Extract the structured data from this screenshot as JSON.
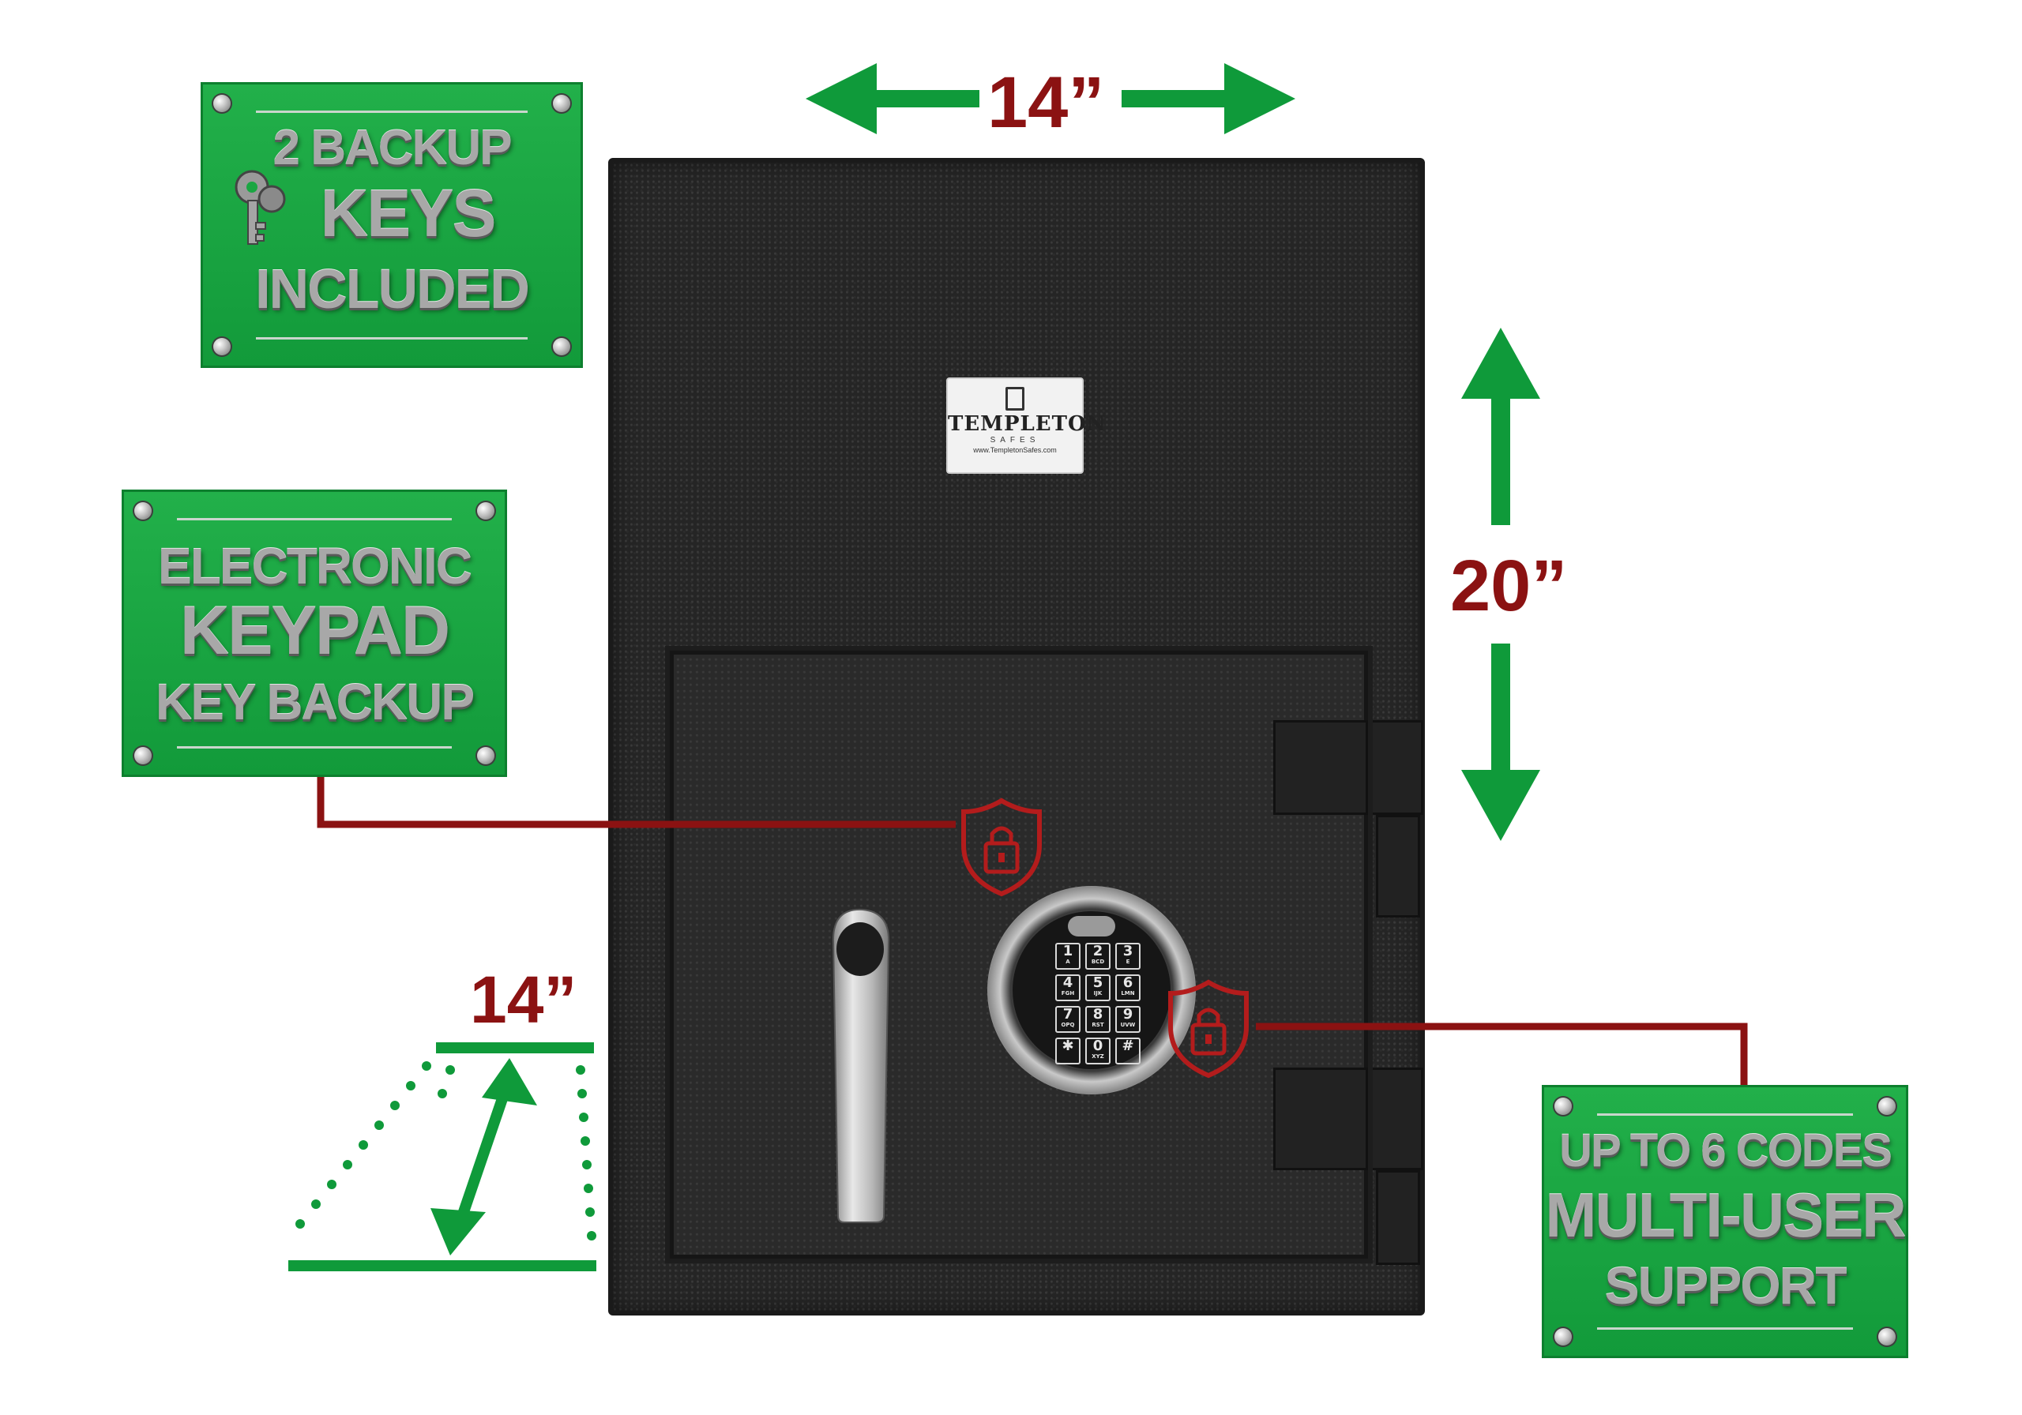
{
  "dimensions": {
    "width_label": "14”",
    "height_label": "20”",
    "depth_label": "14”"
  },
  "plaques": {
    "keys": {
      "line1": "2 BACKUP",
      "line2": "KEYS",
      "line3": "INCLUDED"
    },
    "keypad": {
      "line1": "ELECTRONIC",
      "line2": "KEYPAD",
      "line3": "KEY BACKUP"
    },
    "codes": {
      "line1": "UP TO 6 CODES",
      "line2": "MULTI-USER",
      "line3": "SUPPORT"
    }
  },
  "brand": {
    "name": "TEMPLETON",
    "sub": "SAFES",
    "url": "www.TempletonSafes.com"
  },
  "keypad_keys": [
    {
      "num": "1",
      "sub": "A"
    },
    {
      "num": "2",
      "sub": "BCD"
    },
    {
      "num": "3",
      "sub": "E"
    },
    {
      "num": "4",
      "sub": "FGH"
    },
    {
      "num": "5",
      "sub": "IJK"
    },
    {
      "num": "6",
      "sub": "LMN"
    },
    {
      "num": "7",
      "sub": "OPQ"
    },
    {
      "num": "8",
      "sub": "RST"
    },
    {
      "num": "9",
      "sub": "UVW"
    },
    {
      "num": "✱",
      "sub": ""
    },
    {
      "num": "0",
      "sub": "XYZ"
    },
    {
      "num": "#",
      "sub": ""
    }
  ],
  "colors": {
    "plaque_green": "#1aa642",
    "arrow_green": "#0f9a3a",
    "label_red": "#8b1212",
    "safe_black": "#252525"
  }
}
